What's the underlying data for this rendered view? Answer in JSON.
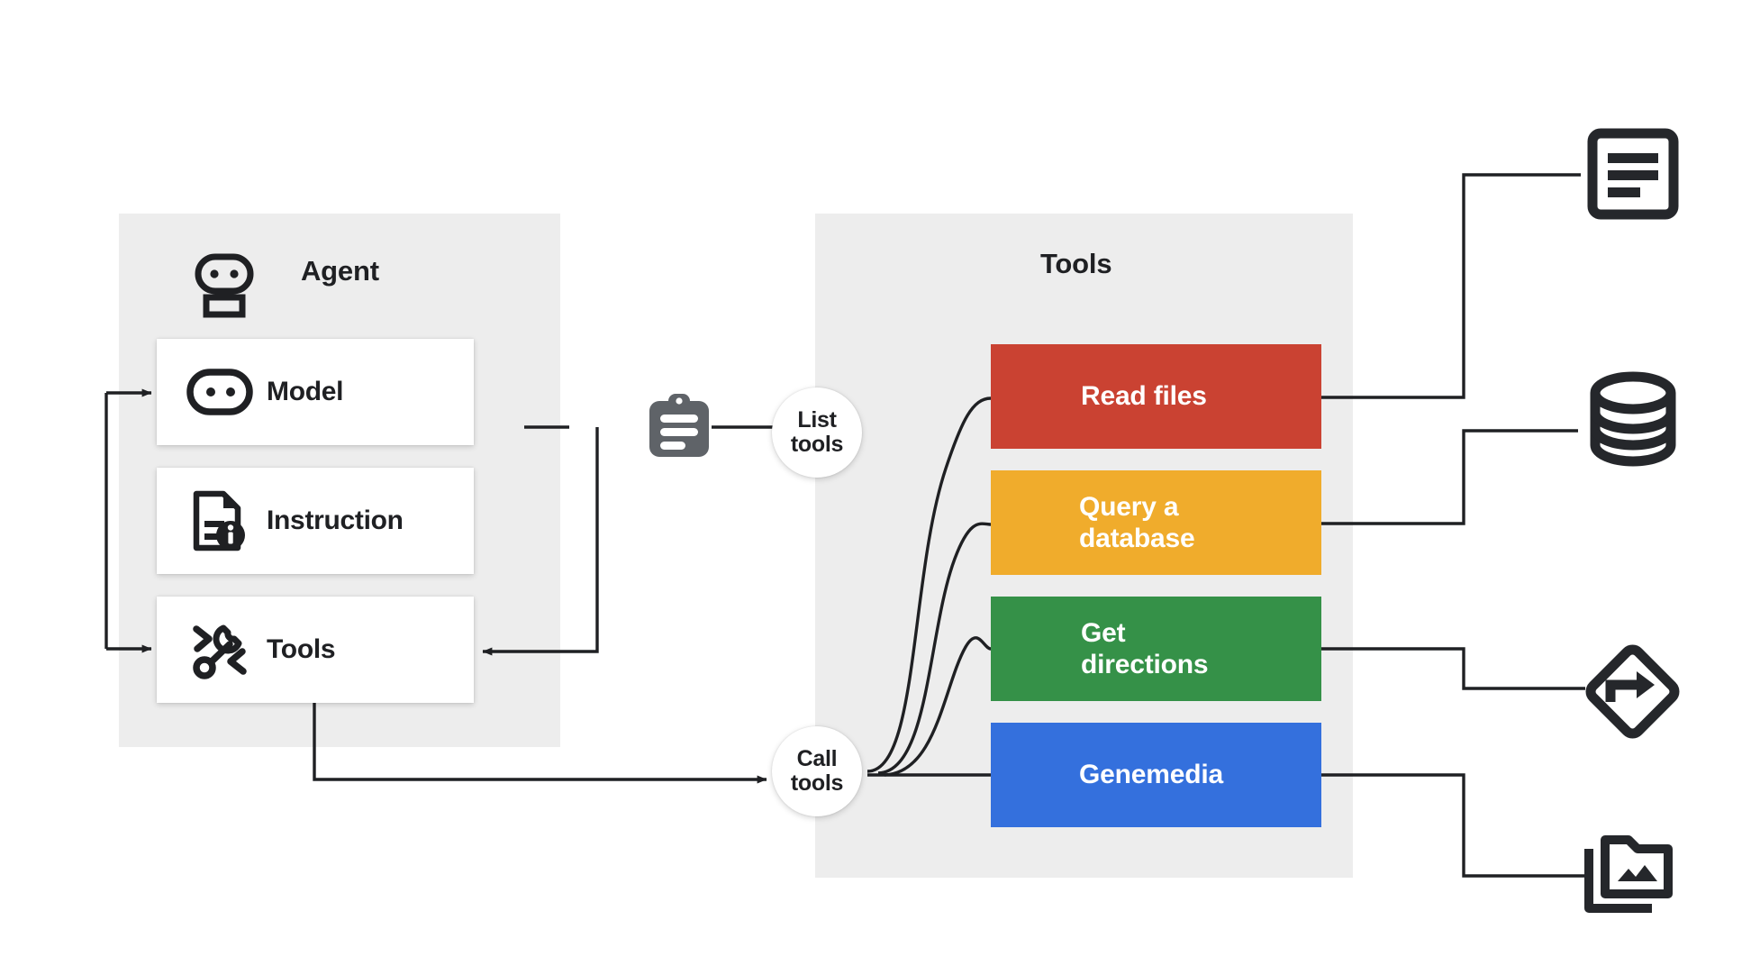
{
  "diagram": {
    "title_agent": "Agent",
    "title_tools": "Tools",
    "background": "#ffffff",
    "panel_color": "#ededed"
  },
  "agent": {
    "label": "Agent",
    "icon": "robot-head-icon",
    "cards": [
      {
        "label": "Model",
        "icon": "model-chip-icon"
      },
      {
        "label": "Instruction",
        "icon": "document-info-icon"
      },
      {
        "label": "Tools",
        "icon": "tools-wrench-icon"
      }
    ]
  },
  "middle": {
    "clipboard_icon": "clipboard-list-icon",
    "clipboard_color": "#5f6368",
    "bubbles": [
      {
        "line1": "List",
        "line2": "tools"
      },
      {
        "line1": "Call",
        "line2": "tools"
      }
    ]
  },
  "tools_panel": {
    "label": "Tools",
    "items": [
      {
        "line1": "Read files",
        "line2": "",
        "color": "#ca4232",
        "target_icon": "document-lines-icon"
      },
      {
        "line1": "Query a",
        "line2": "database",
        "color": "#f0ac2c",
        "target_icon": "database-icon"
      },
      {
        "line1": "Get",
        "line2": "directions",
        "color": "#359148",
        "target_icon": "directions-sign-icon"
      },
      {
        "line1": "Genemedia",
        "line2": "",
        "color": "#3470dd",
        "target_icon": "media-folder-icon"
      }
    ]
  },
  "targets": [
    {
      "name": "document-lines-icon"
    },
    {
      "name": "database-icon"
    },
    {
      "name": "directions-sign-icon"
    },
    {
      "name": "media-folder-icon"
    }
  ]
}
